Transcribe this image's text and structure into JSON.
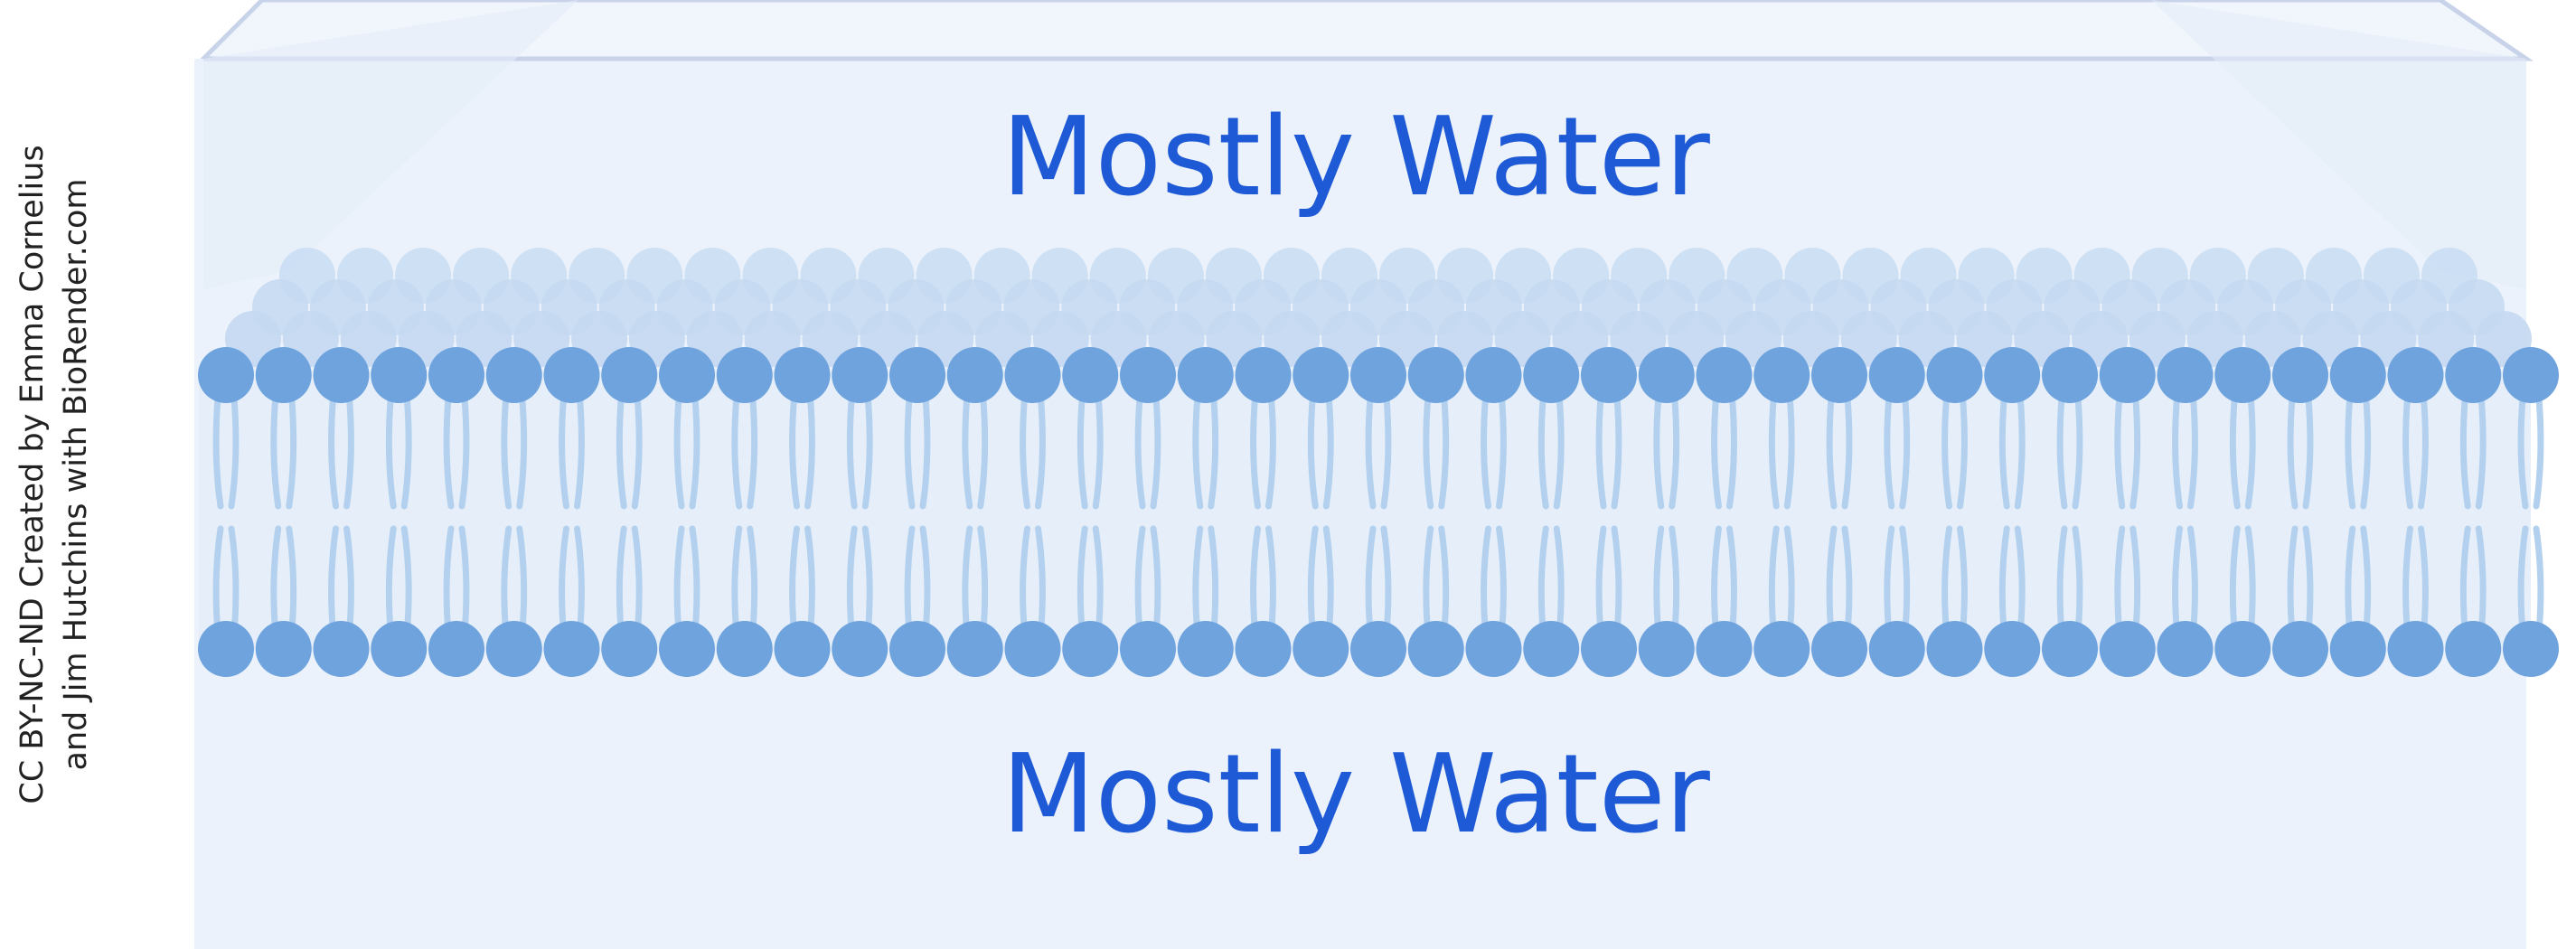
{
  "labels": {
    "top_region": "Mostly Water",
    "bottom_region": "Mostly Water"
  },
  "credit": {
    "line1": "CC BY-NC-ND Created by Emma Cornelius",
    "line2": "and Jim Hutchins with BioRender.com"
  },
  "colors": {
    "water_fill": "#ebf2fb",
    "box_edge": "#c8d3ea",
    "head_front": "#6fa3dd",
    "head_back": "#c4d9f1",
    "tail": "#b3d1ee",
    "label": "#1f5ad6"
  },
  "membrane": {
    "front_head_count": 41,
    "back_rows": 3
  }
}
